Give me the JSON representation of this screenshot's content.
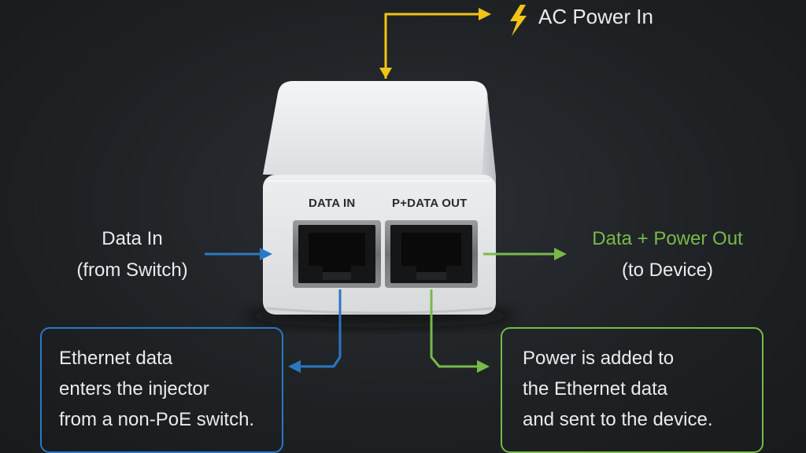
{
  "diagram": {
    "ac_power": {
      "label": "AC Power In",
      "color": "#f2c318"
    },
    "data_in": {
      "label_line1": "Data In",
      "label_line2": "(from Switch)",
      "color": "#2b78c2"
    },
    "data_power_out": {
      "label_line1": "Data + Power Out",
      "label_line2": "(to Device)",
      "color": "#78b94a"
    },
    "ports": {
      "left": "DATA IN",
      "right": "P+DATA OUT"
    },
    "callout_left": {
      "lines": [
        "Ethernet data",
        "enters the injector",
        "from a non-PoE switch."
      ]
    },
    "callout_right": {
      "lines": [
        "Power is added to",
        "the Ethernet data",
        "and sent to the device."
      ]
    }
  }
}
